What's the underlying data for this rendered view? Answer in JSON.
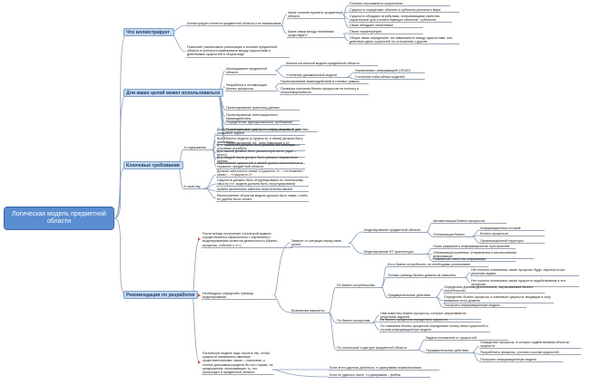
{
  "root": "Логическая модель предметной области",
  "branches": {
    "what": "Что иллюстрирует",
    "goals": "Для каких целей может использоваться",
    "reqs": "Ключевые требования",
    "recs": "Рекомендации по разработке"
  },
  "what": {
    "illustrates": "Иллюстрирует понятия предметной области и их взаимосвязь",
    "allows": "Позволяет расписывать реализация и понятия предметной области в контексте взаимосвязи между сущностями и действиями сущностей в общем виде",
    "q_concepts": "Какие понятия приняты предметную область",
    "q_relations": "Какие связи между понятиями существуют?",
    "c1": "Понятия описываются сущностями",
    "c2": "Сущности определяют объекты и субъекты реального мира",
    "c3": "Сущности обладают атрибутами, описывающими свойства, характерные для соответствующих объектов / субъектов",
    "c4": "Связи обладают свойствами",
    "c5": "Связи характеризуют",
    "c6": "Общие связи определяют тип зависимости между сущностями, или действия одних сущностей по отношению к другим"
  },
  "goals": {
    "g1": "Исследование предметной области",
    "g1a": "Анализ логической модели предметной области",
    "g1b": "Уточнение динамической модели",
    "g1b1": "Управляемых информацией (CRUD)",
    "g1b2": "Уточнение событийных моделей",
    "g2": "Разработка и оптимизация бизнес-процессов",
    "g2a": "Проектирование взаимодействий в типовых рамках",
    "g2b": "Проверка описания бизнес-процессов на полноту и непротиворечивость",
    "g3": "Проектирование хранилищ данных",
    "g4": "Проектирование интеграционного взаимодействия",
    "g5": "Определение функциональных требований",
    "g6": "Проектирование контекста информационной системы",
    "g7": "Проектирование UX, схем навигации и UI"
  },
  "reqs": {
    "content": "К содержанию",
    "quality": "К качеству",
    "r1": "Должна включать все сущности и связи, значимые для решаемой задачи",
    "r2": "Все объекты модели (и сущности, и связи) должны быть именованы",
    "r3": "Для сущностей должны быть указаны как минимум основные атрибуты",
    "r4": "Для связей должны быть указаны кратность (один – много)",
    "r5": "Для каждой связи должно быть указано направление чтения",
    "r6": "Именование сущностей и связей должно выполняться в терминах предметной области",
    "q1": "Должна читаться по схеме «Сущность 1» – «отношение / связь» – «Сущность 2»",
    "q2": "Сущности должны быть отгруппированы по логическому смыслу (т.е. модель должна быть структурирована)",
    "q3": "Крайне желательно избегать пересечения связей",
    "q4": "Расположение объектов модели должно быть таким, чтобы ее удобно было читать"
  },
  "recs": {
    "n1": "Почти всегда построение логической модели осуществляется параллельно с изучением и моделированием аспектов деятельности (бизнес-процессы, события и т.п.)",
    "n2": "Необходимо определить границы моделирования",
    "n3": "Логическую модель надо строить так, чтобы сущности назывались именами существительными, связи – глаголами, и чтение диаграммы раздела бы того нормы, на предложения, описывающие то, что происходит в предметной области",
    "depends": "Зависит от ситуации перед нами целей",
    "r_proc": "Моделирование предметной области",
    "r_auto": "Автоматизация бизнес-процессов",
    "r_opt": "Оптимизация бизнес",
    "r_inf": "Информационных потоков",
    "r_bp": "Бизнес-процессов",
    "r_org": "Организационной структуры",
    "r_arch": "Моделирование ИТ архитектуры",
    "r_a1": "Поиск разрывов в информационном пространстве",
    "r_a2": "Оптимизация хранения, отправления и использования информации",
    "r_a3": "Повышение качества информации",
    "variants": "Возможные варианты",
    "by_bp": "По бизнес-потребностям",
    "bp1": "Есть бизнес-потребности, их необходимо реализовать",
    "bp2": "Точные границы бизнес-домена не известны",
    "bp2a": "Нет полного понимания, какие процессы будут затронуты при решении задачи",
    "bp2b": "Нет полного понимания, какие сущности задействованы в эти процессы",
    "step": "Предварительные действия",
    "s1": "Определить домены деятельности, затрагиваемой бизнес-потребностью",
    "s2": "Определить бизнес-процессы и ключевые сущности, входящие в зону внимания этого домена",
    "s3": "Построить информационную модель",
    "by_proc": "По бизнес-процессам",
    "p1": "Нам известны бизнес-процессы, которые затрагиваются решением задачей",
    "p2": "Из бизнес-процессов определяем сущности",
    "p3": "По описанию бизнес-процессов определяем логику связи сущностей и строим информационную модель",
    "by_log": "По логической структуре предметной области",
    "l1": "Задача поставлена от сущностей",
    "l2": "Предварительные действия",
    "l2a": "Определить процессы, в которых задействованы объекты/сущности",
    "l2b": "Проработать процессы, уточнить состав сущностей",
    "l2c": "Построить информационную модель",
    "f1": "Если этого удалось добиться, то диаграмма нормализована",
    "f2": "Если не удалось такое, то диаграмма – фейла"
  }
}
